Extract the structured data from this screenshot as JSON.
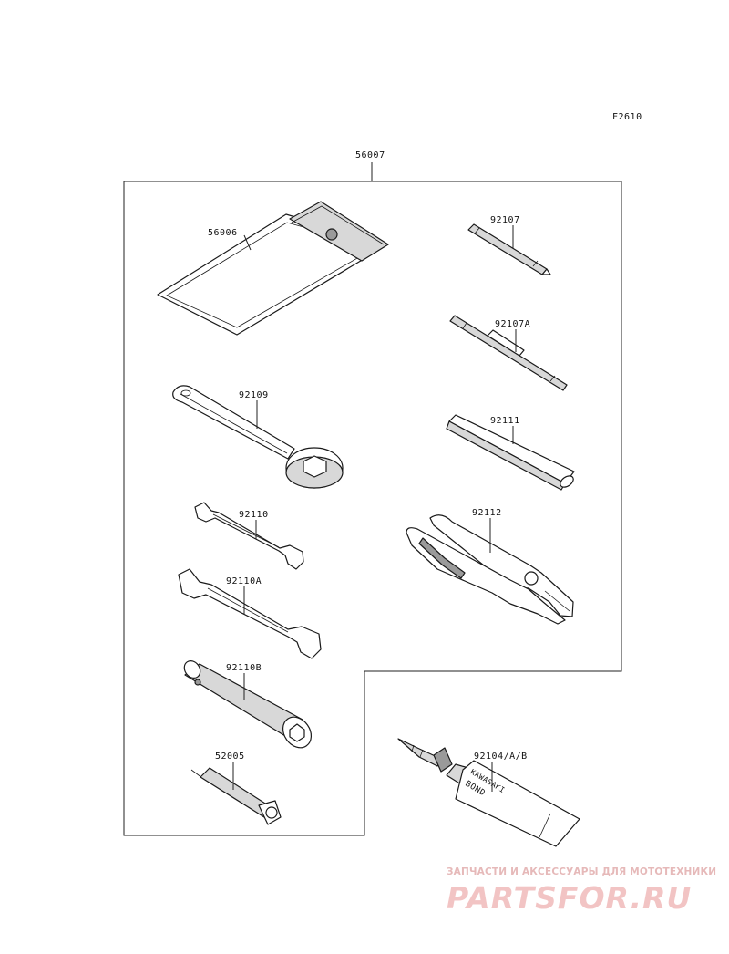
{
  "figure_code": "F2610",
  "kit_label": "56007",
  "parts": {
    "bag": "56006",
    "screwdriver": "92107",
    "screwdriver_a": "92107A",
    "ring_spanner": "92109",
    "handle": "92111",
    "wrench": "92110",
    "pliers": "92112",
    "wrench_a": "92110A",
    "box_wrench": "92110B",
    "plug_tool": "52005",
    "bond_tube": "92104/A/B"
  },
  "tube_print": {
    "line1": "KAWASAKI",
    "line2": "BOND"
  },
  "watermark": {
    "tagline": "ЗАПЧАСТИ И АКСЕССУАРЫ ДЛЯ МОТОТЕХНИКИ",
    "logo": "PARTSFOR.RU"
  }
}
